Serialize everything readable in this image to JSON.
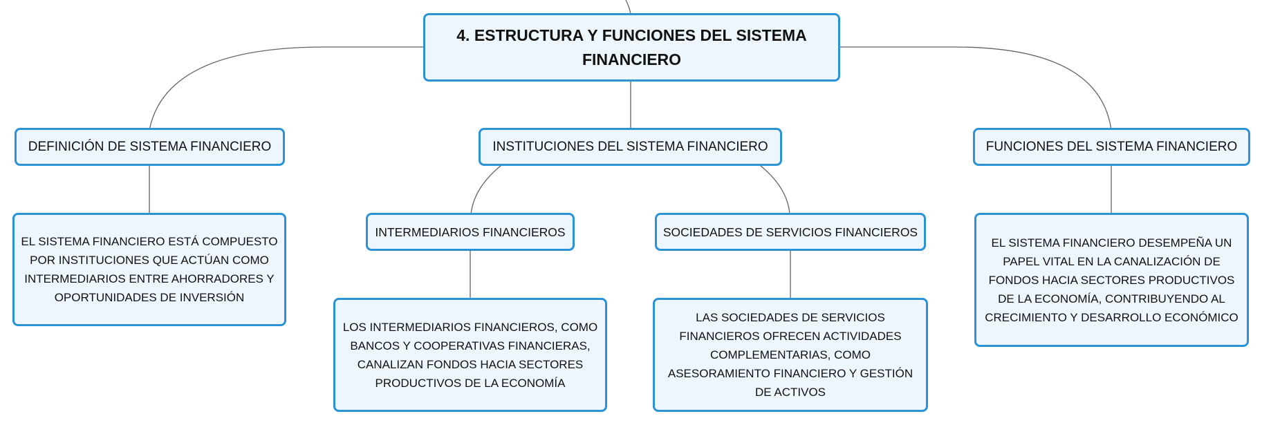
{
  "root": {
    "title": "4. ESTRUCTURA Y FUNCIONES DEL SISTEMA FINANCIERO"
  },
  "branches": {
    "definicion": {
      "label": "DEFINICIÓN DE SISTEMA FINANCIERO",
      "detail": "EL SISTEMA FINANCIERO ESTÁ COMPUESTO POR INSTITUCIONES QUE ACTÚAN COMO INTERMEDIARIOS ENTRE AHORRADORES Y OPORTUNIDADES DE INVERSIÓN"
    },
    "instituciones": {
      "label": "INSTITUCIONES DEL SISTEMA FINANCIERO",
      "intermediarios": {
        "label": "INTERMEDIARIOS FINANCIEROS",
        "detail": "LOS INTERMEDIARIOS FINANCIEROS, COMO BANCOS Y COOPERATIVAS FINANCIERAS, CANALIZAN FONDOS HACIA SECTORES PRODUCTIVOS DE LA ECONOMÍA"
      },
      "sociedades": {
        "label": "SOCIEDADES DE SERVICIOS FINANCIEROS",
        "detail": "LAS SOCIEDADES DE SERVICIOS FINANCIEROS OFRECEN ACTIVIDADES COMPLEMENTARIAS, COMO ASESORAMIENTO FINANCIERO Y GESTIÓN DE ACTIVOS"
      }
    },
    "funciones": {
      "label": "FUNCIONES DEL SISTEMA FINANCIERO",
      "detail": "EL SISTEMA FINANCIERO DESEMPEÑA UN PAPEL VITAL EN LA CANALIZACIÓN DE FONDOS HACIA SECTORES PRODUCTIVOS DE LA ECONOMÍA, CONTRIBUYENDO AL CRECIMIENTO Y DESARROLLO ECONÓMICO"
    }
  },
  "colors": {
    "node_fill": "#eef6fd",
    "node_border": "#2b92d6",
    "connector": "#5f6368"
  }
}
